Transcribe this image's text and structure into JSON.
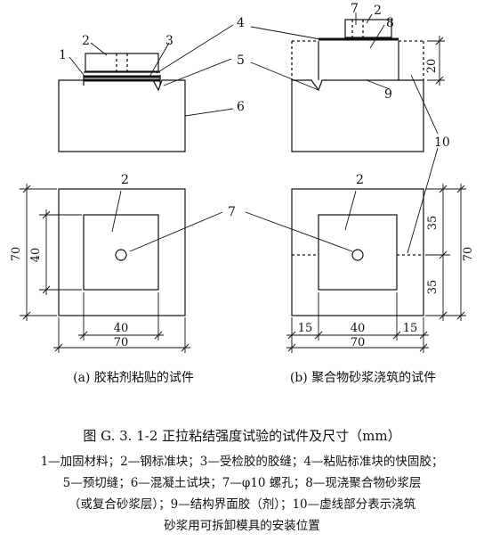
{
  "callouts": {
    "c1": "1",
    "c2": "2",
    "c3": "3",
    "c4": "4",
    "c5": "5",
    "c6": "6",
    "c7": "7",
    "c8": "8",
    "c9": "9",
    "c10": "10"
  },
  "dimensions": {
    "height_20": "20",
    "width_70": "70",
    "width_40": "40",
    "height_70": "70",
    "height_40": "40",
    "height_35": "35",
    "width_15": "15"
  },
  "subcaptions": {
    "a": "(a) 胶粘剂粘贴的试件",
    "b": "(b) 聚合物砂浆浇筑的试件"
  },
  "caption": {
    "title": "图 G. 3. 1-2    正拉粘结强度试验的试件及尺寸（mm）"
  },
  "legend": {
    "line1": "1—加固材料；2—钢标准块；3—受检胶的胶缝；4—粘贴标准块的快固胶；",
    "line2": "5—预切缝；6—混凝土试块；7—φ10 螺孔；8—现浇聚合物砂浆层",
    "line3": "（或复合砂浆层）；9—结构界面胶（剂）；10—虚线部分表示浇筑",
    "line4": "砂浆用可拆卸模具的安装位置"
  }
}
